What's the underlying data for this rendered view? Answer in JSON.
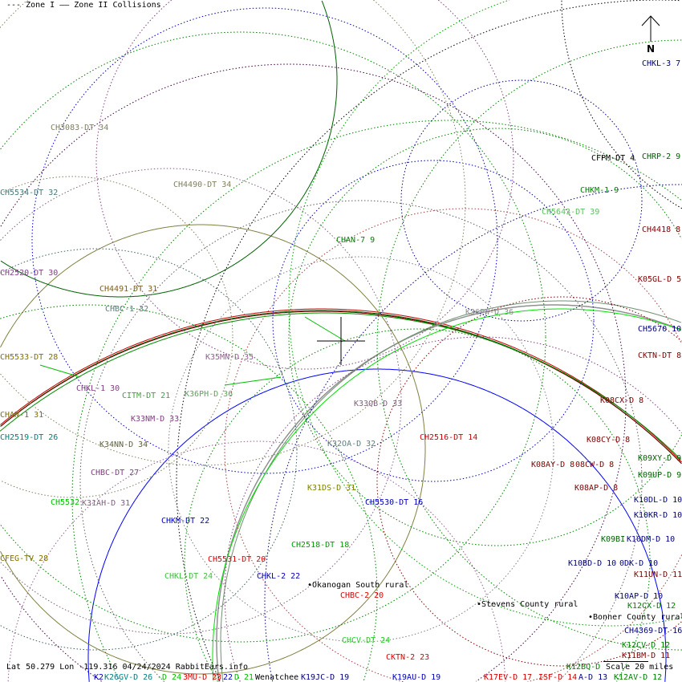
{
  "legend": {
    "text": "--- Zone I  —— Zone II Collisions"
  },
  "footer": {
    "coords": "Lat 50.279 Lon -119.316 04/24/2024 RabbitEars.info",
    "scale": "Scale 20 miles"
  },
  "north": {
    "label": "N"
  },
  "places": [
    "•Okanogan South rural",
    "•Stevens County rural",
    "•Bonner County rural",
    "Wenatchee"
  ],
  "stations": [
    {
      "text": "CHKL-3 7",
      "color": "#000080"
    },
    {
      "text": "CFPM-DT 4",
      "color": "#000000"
    },
    {
      "text": "CHRP-2 9",
      "color": "#006000"
    },
    {
      "text": "CH3083-DT 34",
      "color": "#808060"
    },
    {
      "text": "CH5534-DT 32",
      "color": "#4a7a7a"
    },
    {
      "text": "CH4490-DT 34",
      "color": "#808060"
    },
    {
      "text": "CHKM-1 9",
      "color": "#008000"
    },
    {
      "text": "CH5643-DT 39",
      "color": "#60c060"
    },
    {
      "text": "CH4418 8",
      "color": "#800000"
    },
    {
      "text": "CHAN-7 9",
      "color": "#008000"
    },
    {
      "text": "CH2520-DT 30",
      "color": "#804080"
    },
    {
      "text": "K05GL-D 5",
      "color": "#800000"
    },
    {
      "text": "CH4491-DT 31",
      "color": "#806020"
    },
    {
      "text": "CHBC-1 32",
      "color": "#608080"
    },
    {
      "text": "K36PW-D 36",
      "color": "#909090"
    },
    {
      "text": "CH5670 10",
      "color": "#000080"
    },
    {
      "text": "CKTN-DT 8",
      "color": "#800000"
    },
    {
      "text": "CH5533-DT 28",
      "color": "#807000"
    },
    {
      "text": "K35MN-D 35",
      "color": "#906090"
    },
    {
      "text": "CHKL-1 30",
      "color": "#804080"
    },
    {
      "text": "CITM-DT 21",
      "color": "#40a040"
    },
    {
      "text": "K36PH-D 36",
      "color": "#60a060"
    },
    {
      "text": "K08CX-D 8",
      "color": "#800000"
    },
    {
      "text": "K33QB-D 33",
      "color": "#806080"
    },
    {
      "text": "CHAN-1 31",
      "color": "#807000"
    },
    {
      "text": "K33NM-D 33",
      "color": "#804080"
    },
    {
      "text": "CH2519-DT 26",
      "color": "#008080"
    },
    {
      "text": "CH2516-DT 14",
      "color": "#d00000"
    },
    {
      "text": "K32OA-D 32",
      "color": "#608080"
    },
    {
      "text": "K34NN-D 34",
      "color": "#606040"
    },
    {
      "text": "K08CY-D 8",
      "color": "#800000"
    },
    {
      "text": "K09XY-D 9",
      "color": "#006000"
    },
    {
      "text": "K08AY-D 8",
      "color": "#800000"
    },
    {
      "text": "08CW-D 8",
      "color": "#800000"
    },
    {
      "text": "CHBC-DT 27",
      "color": "#804080"
    },
    {
      "text": "K09UP-D 9",
      "color": "#006000"
    },
    {
      "text": "K31DS-D 31",
      "color": "#808000"
    },
    {
      "text": "K08AP-D 8",
      "color": "#800000"
    },
    {
      "text": "K10DL-D 10",
      "color": "#000080"
    },
    {
      "text": "CH5532",
      "color": "#00c000"
    },
    {
      "text": "K31AH-D 31",
      "color": "#806080"
    },
    {
      "text": "CH5530-DT 16",
      "color": "#0000c0"
    },
    {
      "text": "K10KR-D 10",
      "color": "#000080"
    },
    {
      "text": "CHKM-DT 22",
      "color": "#0000c0"
    },
    {
      "text": "K09BI",
      "color": "#006000"
    },
    {
      "text": "K10DM-D 10",
      "color": "#000080"
    },
    {
      "text": "CH2518-DT 18",
      "color": "#00a000"
    },
    {
      "text": "CFEG-TV 28",
      "color": "#807000"
    },
    {
      "text": "CH5531-DT 20",
      "color": "#e00000"
    },
    {
      "text": "K10BD-D 10",
      "color": "#000080"
    },
    {
      "text": "0DK-D 10",
      "color": "#000080"
    },
    {
      "text": "CHKL-DT 24",
      "color": "#40c040"
    },
    {
      "text": "CHKL-2 22",
      "color": "#0000c0"
    },
    {
      "text": "K11UN-D 11",
      "color": "#800000"
    },
    {
      "text": "CHBC-2 20",
      "color": "#e00000"
    },
    {
      "text": "K10AP-D 10",
      "color": "#000080"
    },
    {
      "text": "K12CX-D 12",
      "color": "#008000"
    },
    {
      "text": "CH4369-DT 16",
      "color": "#000080"
    },
    {
      "text": "CHCV-DT 24",
      "color": "#20d020"
    },
    {
      "text": "K12CV-D 12",
      "color": "#008000"
    },
    {
      "text": "K11BM-D 11",
      "color": "#800000"
    },
    {
      "text": "CKTN-2 23",
      "color": "#e00000"
    },
    {
      "text": "K2",
      "color": "#0000c0"
    },
    {
      "text": "K26GV-D 26",
      "color": "#008080"
    },
    {
      "text": "-D 24",
      "color": "#00c000"
    },
    {
      "text": "3MU-D 23",
      "color": "#e00000"
    },
    {
      "text": "22",
      "color": "#0000c0"
    },
    {
      "text": "D 21",
      "color": "#00c000"
    },
    {
      "text": "K19JC-D 19",
      "color": "#000080"
    },
    {
      "text": "K19AU-D 19",
      "color": "#0000c0"
    },
    {
      "text": "K17EV-D 17",
      "color": "#d00000"
    },
    {
      "text": "ISF-D 14",
      "color": "#d00000"
    },
    {
      "text": "A-D 13",
      "color": "#000080"
    },
    {
      "text": "K12BQ-D",
      "color": "#008000"
    },
    {
      "text": "K12AV-D 12",
      "color": "#008000"
    }
  ]
}
